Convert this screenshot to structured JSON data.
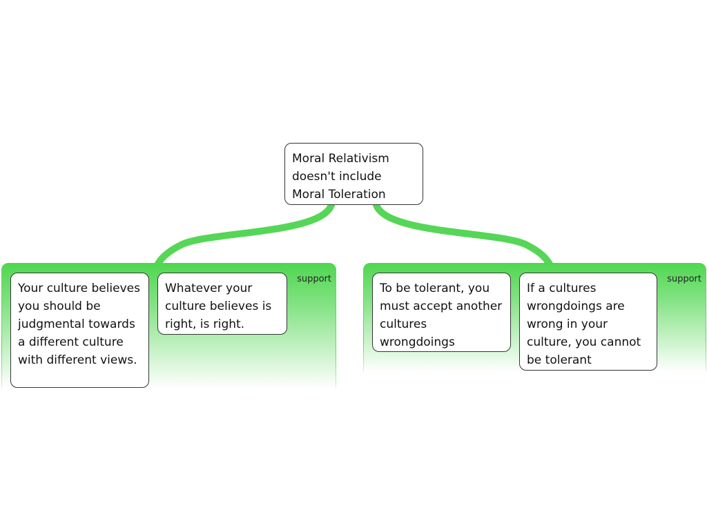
{
  "root": {
    "text": "Moral Relativism doesn't include Moral Toleration"
  },
  "groups": [
    {
      "label": "support",
      "items": [
        {
          "text": "Your culture believes you should be judgmental towards a different culture with different views."
        },
        {
          "text": "Whatever your culture believes is right, is right."
        }
      ]
    },
    {
      "label": "support",
      "items": [
        {
          "text": "To be tolerant, you must accept another cultures wrongdoings"
        },
        {
          "text": "If a cultures wrongdoings are wrong in your culture, you cannot be tolerant"
        }
      ]
    }
  ],
  "colors": {
    "connector": "#55d657",
    "band_top": "#4fd650",
    "node_border": "#333333"
  }
}
